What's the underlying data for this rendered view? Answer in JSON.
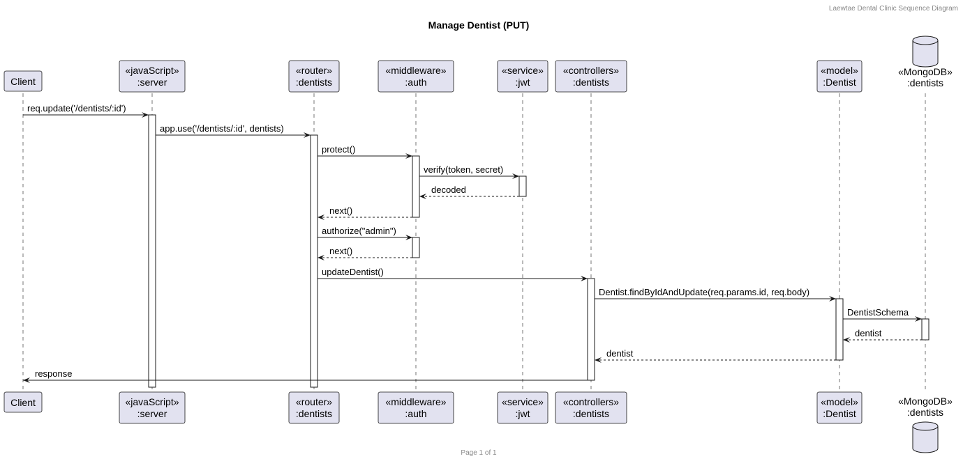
{
  "header": "Laewtae Dental Clinic Sequence Diagram",
  "title": "Manage Dentist (PUT)",
  "footer": "Page 1 of 1",
  "colors": {
    "participant_fill": "#E2E2F0",
    "line": "#181818"
  },
  "participants": [
    {
      "id": "client",
      "kind": "box",
      "lines": [
        "Client"
      ]
    },
    {
      "id": "server",
      "kind": "box",
      "lines": [
        "«javaScript»",
        ":server"
      ]
    },
    {
      "id": "router",
      "kind": "box",
      "lines": [
        "«router»",
        ":dentists"
      ]
    },
    {
      "id": "auth",
      "kind": "box",
      "lines": [
        "«middleware»",
        ":auth"
      ]
    },
    {
      "id": "jwt",
      "kind": "box",
      "lines": [
        "«service»",
        ":jwt"
      ]
    },
    {
      "id": "controller",
      "kind": "box",
      "lines": [
        "«controllers»",
        ":dentists"
      ]
    },
    {
      "id": "model",
      "kind": "box",
      "lines": [
        "«model»",
        ":Dentist"
      ]
    },
    {
      "id": "mongo",
      "kind": "database",
      "lines": [
        "«MongoDB»",
        ":dentists"
      ]
    }
  ],
  "messages": [
    {
      "from": "client",
      "to": "server",
      "label": "req.update('/dentists/:id')",
      "dashed": false
    },
    {
      "from": "server",
      "to": "router",
      "label": "app.use('/dentists/:id', dentists)",
      "dashed": false
    },
    {
      "from": "router",
      "to": "auth",
      "label": "protect()",
      "dashed": false
    },
    {
      "from": "auth",
      "to": "jwt",
      "label": "verify(token, secret)",
      "dashed": false
    },
    {
      "from": "jwt",
      "to": "auth",
      "label": "decoded",
      "dashed": true
    },
    {
      "from": "auth",
      "to": "router",
      "label": "next()",
      "dashed": true
    },
    {
      "from": "router",
      "to": "auth",
      "label": "authorize(\"admin\")",
      "dashed": false
    },
    {
      "from": "auth",
      "to": "router",
      "label": "next()",
      "dashed": true
    },
    {
      "from": "router",
      "to": "controller",
      "label": "updateDentist()",
      "dashed": false
    },
    {
      "from": "controller",
      "to": "model",
      "label": "Dentist.findByIdAndUpdate(req.params.id, req.body)",
      "dashed": false
    },
    {
      "from": "model",
      "to": "mongo",
      "label": "DentistSchema",
      "dashed": false
    },
    {
      "from": "mongo",
      "to": "model",
      "label": "dentist",
      "dashed": true
    },
    {
      "from": "model",
      "to": "controller",
      "label": "dentist",
      "dashed": true
    },
    {
      "from": "controller",
      "to": "client",
      "label": "response",
      "dashed": false
    }
  ]
}
